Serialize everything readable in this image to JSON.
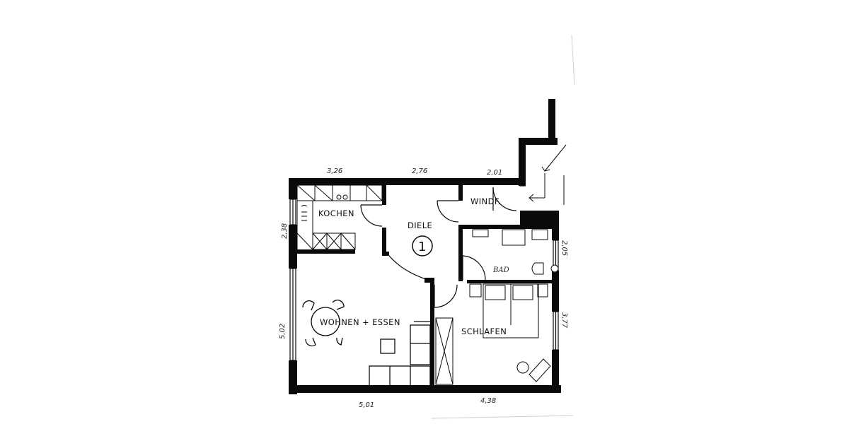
{
  "floorplan": {
    "unit_number": "1",
    "rooms": [
      {
        "id": "kochen",
        "label": "KOCHEN"
      },
      {
        "id": "diele",
        "label": "DIELE"
      },
      {
        "id": "windf",
        "label": "WINDF."
      },
      {
        "id": "bad",
        "label": "BAD"
      },
      {
        "id": "wohnen_essen",
        "label": "WOHNEN + ESSEN"
      },
      {
        "id": "schlafen",
        "label": "SCHLAFEN"
      }
    ],
    "dimensions": {
      "top": [
        "3,26",
        "2,76",
        "2,01"
      ],
      "bottom": [
        "5,01",
        "4,38"
      ],
      "left": [
        "2,38",
        "5,02"
      ],
      "right": [
        "2,05",
        "3,77"
      ]
    },
    "colors": {
      "wall": "#0a0a0a",
      "background": "#ffffff",
      "paper": "#fbfbfb"
    }
  }
}
